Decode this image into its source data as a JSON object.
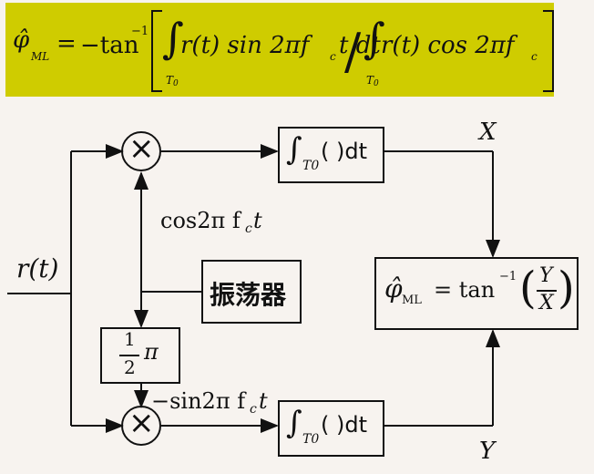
{
  "formula": {
    "phi_hat": "φ̂",
    "phi_sub": "ML",
    "equals": "=",
    "neg_tan": "−tan",
    "inv": "−1",
    "integral": "∫",
    "limit": "T",
    "limit_sub": "0",
    "num_body": "r(t) sin 2πf",
    "c": "c",
    "t_dt": "t dt",
    "slash": "/",
    "den_body": "r(t) cos 2πf"
  },
  "diagram": {
    "input_label": "r(t)",
    "cos_label": "cos2π f",
    "cos_sub": "c",
    "cos_t": "t",
    "oscillator_label": "振荡器",
    "phase_shift_num": "1",
    "phase_shift_den": "2",
    "phase_shift_pi": "π",
    "sin_label": "−sin2π f",
    "sin_sub": "c",
    "sin_t": "t",
    "multiply_symbol": "×",
    "integrator_sym": "∫",
    "integrator_sub": "T0",
    "integrator_rest": "( )dt",
    "out_x": "X",
    "out_y": "Y",
    "estimator_phi": "φ̂",
    "estimator_sub": "ML",
    "estimator_eq": "= tan",
    "estimator_inv": "−1",
    "estimator_num": "Y",
    "estimator_den": "X"
  },
  "colors": {
    "banner": "#cfcc00",
    "background": "#f7f3ef",
    "ink": "#111111"
  }
}
